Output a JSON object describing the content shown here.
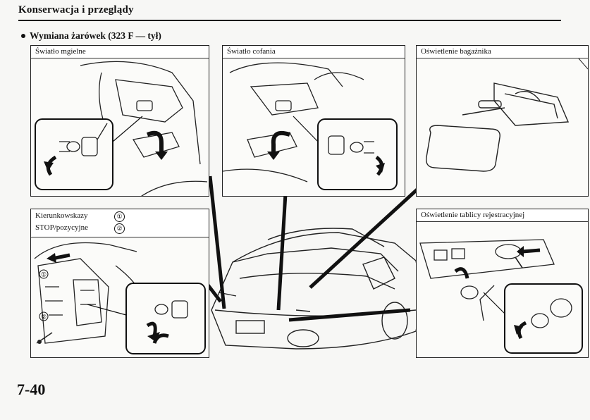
{
  "header": {
    "title": "Konserwacja i przeglądy"
  },
  "section": {
    "title": "Wymiana żarówek (323 F — tył)"
  },
  "panels": {
    "fog": {
      "label": "Światło mgielne"
    },
    "reverse": {
      "label": "Światło cofania"
    },
    "trunk": {
      "label": "Oświetlenie bagażnika"
    },
    "indicators": {
      "label_1": "Kierunkowskazy",
      "label_2": "STOP/pozycyjne",
      "num_1": "①",
      "num_2": "②",
      "callout_1": "①",
      "callout_2": "②"
    },
    "plate": {
      "label": "Oświetlenie tablicy rejestracyjnej"
    }
  },
  "footer": {
    "page_number": "7-40"
  }
}
